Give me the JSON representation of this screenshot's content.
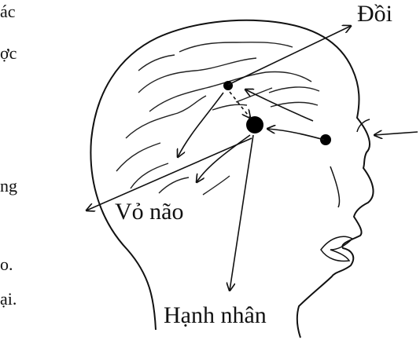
{
  "labels": {
    "doi": "Đồi",
    "vo_nao": "Vỏ não",
    "hanh_nhan": "Hạnh nhân"
  },
  "side_text_fragments": [
    "ác",
    "ợc",
    "ng",
    "o.",
    "ại."
  ],
  "colors": {
    "ink": "#111111",
    "background": "#ffffff"
  }
}
